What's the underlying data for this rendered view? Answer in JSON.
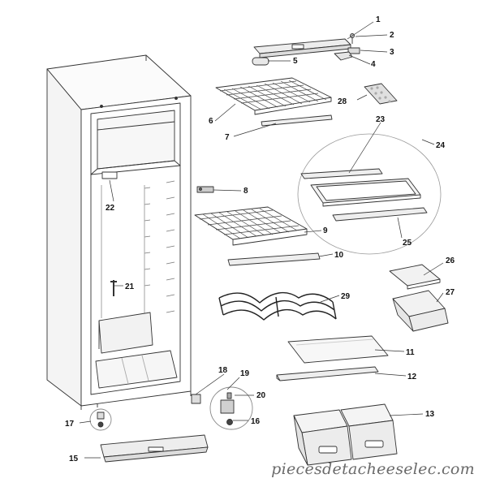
{
  "diagram": {
    "callouts": [
      {
        "id": "p1",
        "label": "1"
      },
      {
        "id": "p2",
        "label": "2"
      },
      {
        "id": "p3",
        "label": "3"
      },
      {
        "id": "p4",
        "label": "4"
      },
      {
        "id": "p5",
        "label": "5"
      },
      {
        "id": "p6",
        "label": "6"
      },
      {
        "id": "p7",
        "label": "7"
      },
      {
        "id": "p8",
        "label": "8"
      },
      {
        "id": "p9",
        "label": "9"
      },
      {
        "id": "p10",
        "label": "10"
      },
      {
        "id": "p11",
        "label": "11"
      },
      {
        "id": "p12",
        "label": "12"
      },
      {
        "id": "p13",
        "label": "13"
      },
      {
        "id": "p15",
        "label": "15"
      },
      {
        "id": "p16",
        "label": "16"
      },
      {
        "id": "p17",
        "label": "17"
      },
      {
        "id": "p18",
        "label": "18"
      },
      {
        "id": "p19",
        "label": "19"
      },
      {
        "id": "p20",
        "label": "20"
      },
      {
        "id": "p21",
        "label": "21"
      },
      {
        "id": "p22",
        "label": "22"
      },
      {
        "id": "p23",
        "label": "23"
      },
      {
        "id": "p24",
        "label": "24"
      },
      {
        "id": "p25",
        "label": "25"
      },
      {
        "id": "p26",
        "label": "26"
      },
      {
        "id": "p27",
        "label": "27"
      },
      {
        "id": "p28",
        "label": "28"
      },
      {
        "id": "p29",
        "label": "29"
      }
    ],
    "watermark": "piecesdetacheeselec.com"
  }
}
